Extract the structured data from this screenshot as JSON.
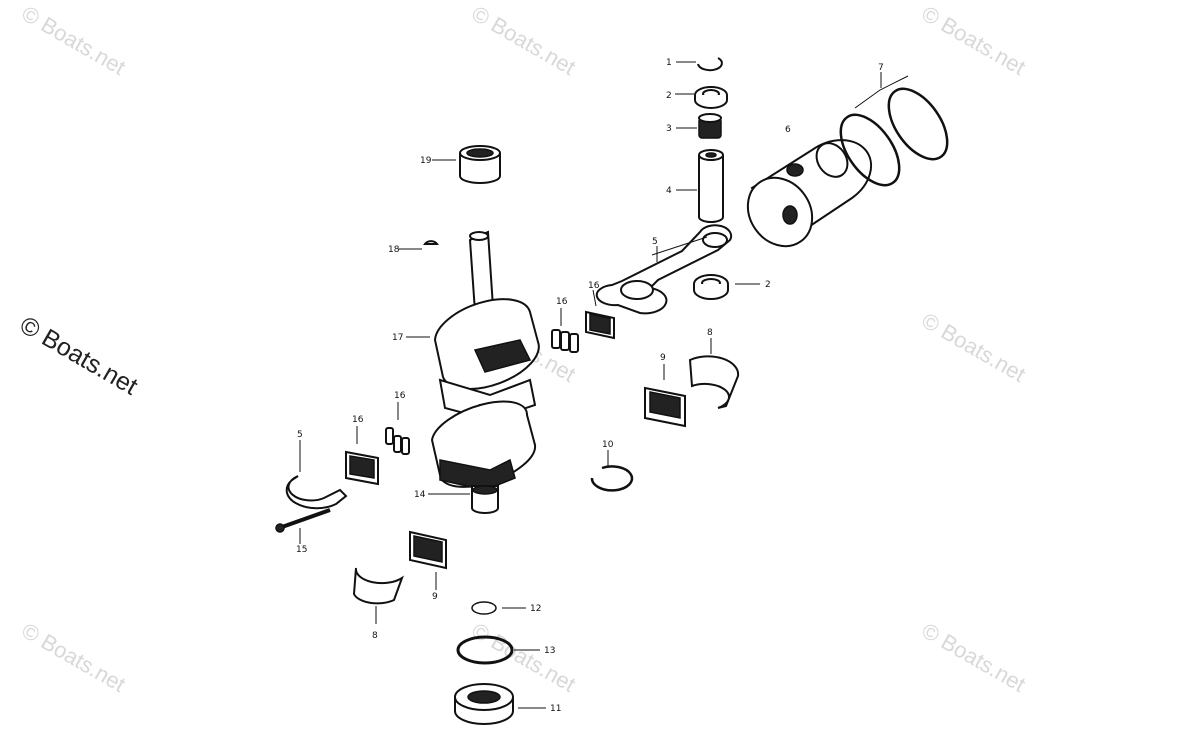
{
  "watermark": {
    "text": "© Boats.net",
    "prominent_text": "© Boats.net"
  },
  "callouts": [
    {
      "id": "c1",
      "text": "1"
    },
    {
      "id": "c2a",
      "text": "2"
    },
    {
      "id": "c3",
      "text": "3"
    },
    {
      "id": "c4",
      "text": "4"
    },
    {
      "id": "c5a",
      "text": "5"
    },
    {
      "id": "c2b",
      "text": "2"
    },
    {
      "id": "c6",
      "text": "6"
    },
    {
      "id": "c7",
      "text": "7"
    },
    {
      "id": "c19",
      "text": "19"
    },
    {
      "id": "c18",
      "text": "18"
    },
    {
      "id": "c17",
      "text": "17"
    },
    {
      "id": "c16a",
      "text": "16"
    },
    {
      "id": "c16b",
      "text": "16"
    },
    {
      "id": "c8a",
      "text": "8"
    },
    {
      "id": "c9a",
      "text": "9"
    },
    {
      "id": "c16c",
      "text": "16"
    },
    {
      "id": "c16d",
      "text": "16"
    },
    {
      "id": "c5b",
      "text": "5"
    },
    {
      "id": "c10",
      "text": "10"
    },
    {
      "id": "c14",
      "text": "14"
    },
    {
      "id": "c15",
      "text": "15"
    },
    {
      "id": "c9b",
      "text": "9"
    },
    {
      "id": "c8b",
      "text": "8"
    },
    {
      "id": "c12",
      "text": "12"
    },
    {
      "id": "c13",
      "text": "13"
    },
    {
      "id": "c11",
      "text": "11"
    }
  ]
}
